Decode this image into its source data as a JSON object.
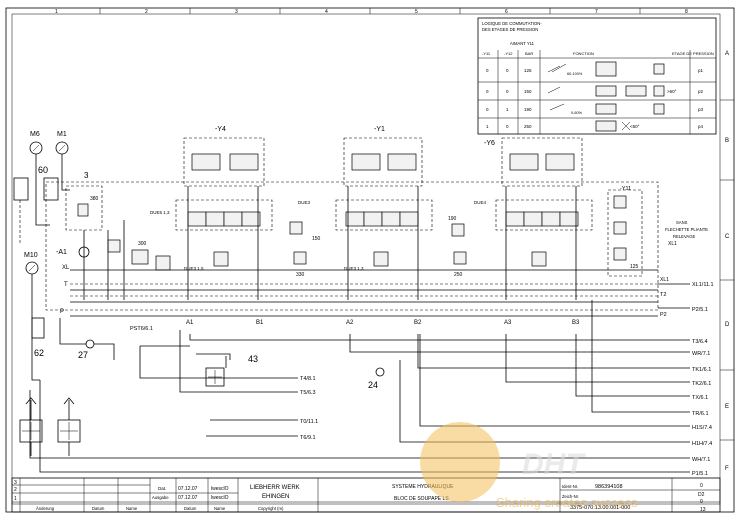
{
  "sheet": {
    "columns": [
      "1",
      "2",
      "3",
      "4",
      "5",
      "6",
      "7",
      "8"
    ],
    "rows": [
      "A",
      "B",
      "C",
      "D",
      "E",
      "F"
    ]
  },
  "legend": {
    "title_line1": "LOGIQUE DE COMMUTATION-",
    "title_line2": "DES ETAGES DE PRESSION",
    "subtitle": "AIMANT Y11",
    "headers": [
      "-Y11",
      "-Y12",
      "BAR",
      "FONCTION",
      "ETAGE DE PRESSION"
    ],
    "rows": [
      {
        "y11": "0",
        "y12": "0",
        "bar": "125",
        "fn": "60-100%",
        "stage": "p1",
        "note": ""
      },
      {
        "y11": "0",
        "y12": "0",
        "bar": "150",
        "fn": "",
        "stage": "p2",
        "note": ">60°"
      },
      {
        "y11": "0",
        "y12": "1",
        "bar": "190",
        "fn": "0-60%",
        "stage": "p3",
        "note": ""
      },
      {
        "y11": "1",
        "y12": "0",
        "bar": "250",
        "fn": "",
        "stage": "p4",
        "note": "<60°"
      }
    ]
  },
  "labels": {
    "y4": "-Y4",
    "y1": "-Y1",
    "y6": "-Y6",
    "y11": "-Y11",
    "m6": "M6",
    "m1": "M1",
    "m10": "M10",
    "a1": "-A1",
    "n60": "60",
    "n3": "3",
    "n62": "62",
    "n27": "27",
    "n43": "43",
    "n24": "24",
    "xl": "XL",
    "t": "T",
    "p": "P",
    "a1p": "A1",
    "b1p": "B1",
    "a2p": "A2",
    "b2p": "B2",
    "a3p": "A3",
    "b3p": "B3",
    "pst": "PST6/6.1",
    "sans1": "SANS",
    "sans2": "FLECHETTE PLIANTE",
    "sans3": "RELEVAGE",
    "xl1": "XL1",
    "xl1b": "XL1",
    "t2": "T2",
    "p2": "P2",
    "n300": "300",
    "n380": "380",
    "n150": "150",
    "n330": "330",
    "n190": "190",
    "n250": "250",
    "n125": "125",
    "dueb1": "DUE5 1,3",
    "dueb2": "DUE3 1,3",
    "dueb3": "DUE3 1,5",
    "due4": "DUE3",
    "due5": "DUE4"
  },
  "right_refs": [
    "XL1/11.1",
    "P2/5.1",
    "T3/6.4",
    "WR/7.1",
    "TK1/6.1",
    "TK2/6.1",
    "TX/6.1",
    "TR/6.1",
    "H1S/7.4",
    "H1H/7.4",
    "WH/7.1",
    "P1/5.1"
  ],
  "left_refs": [
    "T4/8.1",
    "T5/6.3",
    "T0/11.1",
    "T6/9.1"
  ],
  "title_block": {
    "rev_rows": [
      "3",
      "2",
      "1"
    ],
    "rev_headers": [
      "Änderung",
      "Datum",
      "Name"
    ],
    "dat_label": "Dat.",
    "dat_value": "07.12.07",
    "dat_name": "lwesclO",
    "ausgabe_label": "Ausgabe",
    "ausgabe_value": "07.12.07",
    "ausgabe_name": "lwesclO",
    "sub_headers": [
      "Datum",
      "Name"
    ],
    "company1": "LIEBHERR WERK",
    "company2": "EHINGEN",
    "copyright": "Copyright (m)",
    "title1": "SYSTEME HYDRAULIQUE",
    "title2": "BLOC DE SOUPAPE LS",
    "ident_label": "Ident-Nr.",
    "ident_value": "986394108",
    "zeich_label": "Zeich-Nr.",
    "zeich_value": "3375-070.13.00.001-000",
    "sheet_a": "0",
    "sheet_b": "D2",
    "sheet_c": "0",
    "sheet_no": "13"
  },
  "watermark": {
    "brand": "DHT",
    "tagline": "Sharing creates success"
  }
}
